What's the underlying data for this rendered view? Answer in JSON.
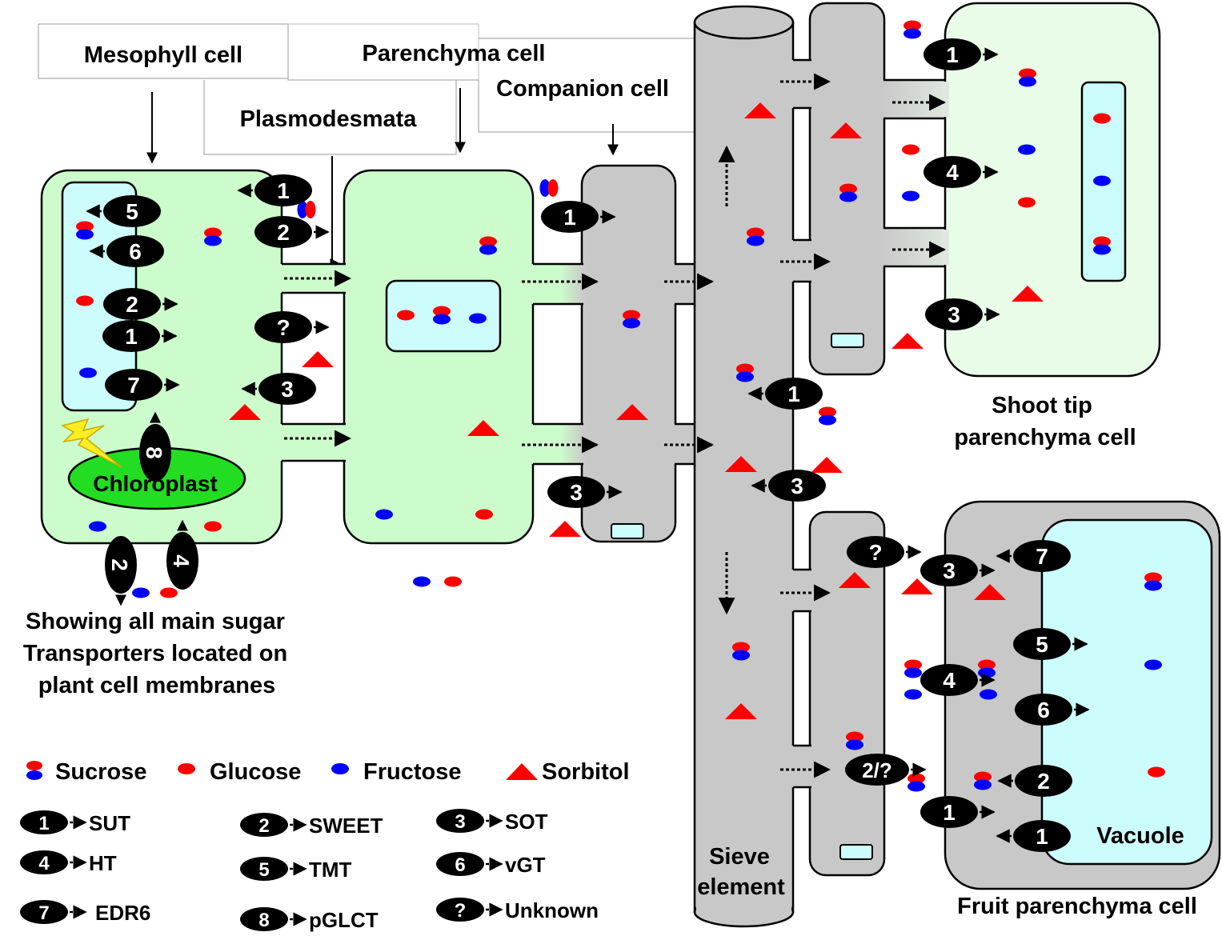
{
  "labels": {
    "mesophyll": "Mesophyll cell",
    "parenchyma": "Parenchyma cell",
    "plasmodesmata": "Plasmodesmata",
    "companion": "Companion cell",
    "chloroplast": "Chloroplast",
    "shoot_tip_line1": "Shoot tip",
    "shoot_tip_line2": "parenchyma cell",
    "fruit": "Fruit parenchyma cell",
    "vacuole": "Vacuole",
    "sieve_line1": "Sieve",
    "sieve_line2": "element",
    "caption_line1": "Showing all main sugar",
    "caption_line2": "Transporters located on",
    "caption_line3": "plant cell membranes"
  },
  "sugar_legend": {
    "sucrose": "Sucrose",
    "glucose": "Glucose",
    "fructose": "Fructose",
    "sorbitol": "Sorbitol"
  },
  "transporter_legend": [
    {
      "id": "1",
      "name": "SUT"
    },
    {
      "id": "4",
      "name": "HT"
    },
    {
      "id": "7",
      "name": "EDR6"
    },
    {
      "id": "2",
      "name": "SWEET"
    },
    {
      "id": "5",
      "name": "TMT"
    },
    {
      "id": "8",
      "name": "pGLCT"
    },
    {
      "id": "3",
      "name": "SOT"
    },
    {
      "id": "6",
      "name": "vGT"
    },
    {
      "id": "?",
      "name": "Unknown"
    }
  ],
  "transporter_marks": [
    "1",
    "2",
    "5",
    "6",
    "2",
    "1",
    "7",
    "?",
    "3",
    "8",
    "2",
    "4",
    "1",
    "3",
    "1",
    "4",
    "3",
    "1",
    "3",
    "?",
    "3",
    "7",
    "5",
    "4",
    "6",
    "2/?",
    "2",
    "1",
    "1"
  ],
  "colors": {
    "green_cell": "#ccfccc",
    "chloroplast": "#22dd22",
    "vacuole": "#ccfcfc",
    "grey_cell": "#c8c8c8",
    "glucose": "#ff0000",
    "fructose": "#0000ff",
    "sorbitol": "#ff0000",
    "transporter": "#000000"
  }
}
